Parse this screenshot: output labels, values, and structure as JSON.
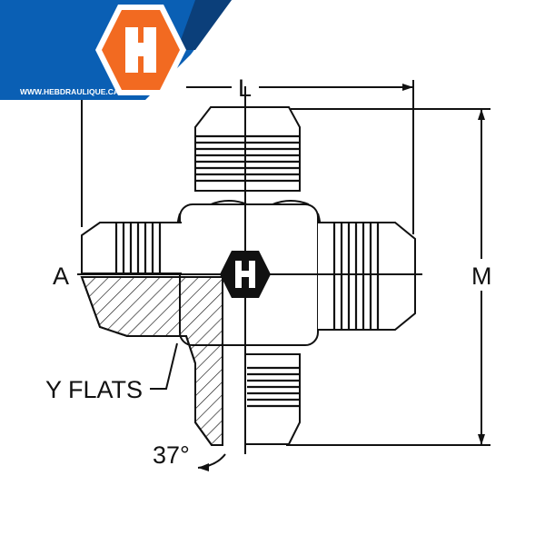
{
  "brand": {
    "url": "WWW.HEBDRAULIQUE.CA",
    "logo_letter": "H",
    "colors": {
      "blue": "#0a5fb4",
      "dark_blue": "#0b3f7a",
      "orange": "#f26a21"
    }
  },
  "diagram": {
    "labels": {
      "L": "L",
      "M": "M",
      "A": "A",
      "Y": "Y FLATS",
      "angle": "37°"
    }
  }
}
